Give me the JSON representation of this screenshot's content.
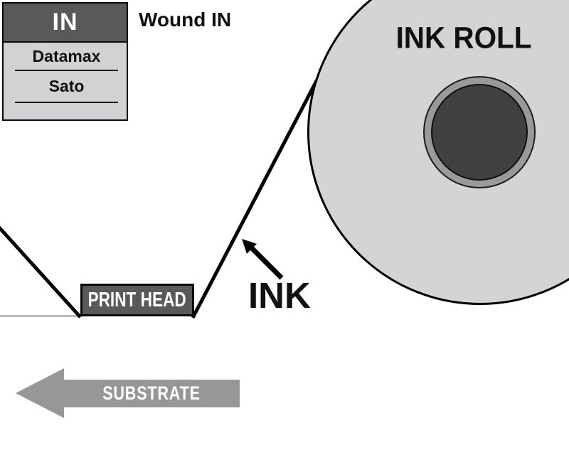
{
  "legend": {
    "header": "IN",
    "rows": [
      {
        "label": "Datamax"
      },
      {
        "label": "Sato"
      }
    ]
  },
  "labels": {
    "wound": "Wound IN",
    "ink_roll": "INK ROLL",
    "ink": "INK",
    "print_head": "PRINT HEAD",
    "substrate": "SUBSTRATE"
  },
  "colors": {
    "dark_gray": "#595959",
    "light_gray": "#d4d4d5",
    "core_dark": "#414141",
    "core_ring": "#9a9a9a",
    "substrate_gray": "#97979a",
    "baseline_gray": "#b9b9b9",
    "line_black": "#000000"
  }
}
